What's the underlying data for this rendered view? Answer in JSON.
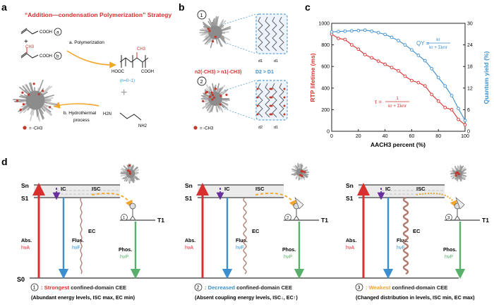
{
  "panel_labels": {
    "a": "a",
    "b": "b",
    "c": "c",
    "d": "d"
  },
  "panel_a": {
    "title": "“Addition—condensation Polymerization” Strategy",
    "reagent_a": "a",
    "reagent_b": "b",
    "cooh": "COOH",
    "ch3": "CH3",
    "plus": "+",
    "step_a": "a. Polymerization",
    "step_b_line1": "b. Hydrothermal",
    "step_b_line2": "process",
    "hooc": "HOOC",
    "polymer_ch3": "CH3",
    "n_range": "(n=0~1)",
    "amine_h2n": "H2N",
    "amine_nh2": "NH2",
    "legend": "= -CH3"
  },
  "panel_b": {
    "item1": "1",
    "item2": "2",
    "relation": "n2(-CH3) > n1(-CH3)",
    "relation_d": "D2 > D1",
    "d1": "d1",
    "d2": "d2",
    "legend": "= -CH3"
  },
  "colors": {
    "red": "#d8302f",
    "blue": "#3b8fce",
    "green": "#58b06a",
    "purple": "#6a2f9e",
    "orange": "#f3a52a",
    "brown": "#b0796e",
    "dark": "#222222"
  },
  "chart_data": {
    "type": "line",
    "xlabel": "AACH3 percent (%)",
    "ylabel_left": "RTP lifetime (ms)",
    "ylabel_right": "Quantum yield (%)",
    "xlim": [
      0,
      100
    ],
    "ylim_left": [
      0,
      1000
    ],
    "ylim_right": [
      0,
      30
    ],
    "x_ticks": [
      0,
      20,
      40,
      60,
      80,
      100
    ],
    "y_left_ticks": [
      0,
      200,
      400,
      600,
      800,
      1000
    ],
    "y_right_ticks": [
      0,
      6,
      12,
      18,
      24,
      30
    ],
    "grid": false,
    "series": [
      {
        "axis": "left",
        "color": "#d8302f",
        "x": [
          0,
          5,
          10,
          15,
          20,
          25,
          30,
          35,
          40,
          45,
          50,
          55,
          60,
          65,
          70,
          75,
          80,
          85,
          90,
          95,
          100
        ],
        "values": [
          900,
          860,
          850,
          800,
          760,
          710,
          680,
          650,
          620,
          590,
          560,
          510,
          470,
          450,
          420,
          340,
          280,
          220,
          200,
          110,
          60
        ]
      },
      {
        "axis": "right",
        "color": "#3b8fce",
        "x": [
          0,
          5,
          10,
          15,
          20,
          25,
          30,
          35,
          40,
          45,
          50,
          55,
          60,
          65,
          70,
          75,
          80,
          85,
          90,
          95,
          100
        ],
        "values": [
          27.6,
          27.7,
          27.8,
          27.9,
          28.0,
          28.1,
          27.8,
          27.4,
          26.9,
          26.1,
          25.2,
          24.0,
          22.6,
          21.1,
          19.6,
          17.4,
          14.9,
          12.6,
          9.9,
          6.3,
          3.0
        ]
      }
    ],
    "annotation_qy_lhs": "QY =",
    "annotation_qy_num": "kr",
    "annotation_qy_den": "kr + Σknr",
    "annotation_tau_lhs": "τ =",
    "annotation_tau_num": "1",
    "annotation_tau_den": "kr + Σknr"
  },
  "panel_d": {
    "sn": "Sn",
    "s1": "S1",
    "s0": "S0",
    "t1": "T1",
    "ic": "IC",
    "isc": "ISC",
    "ec": "EC",
    "abs": "Abs.",
    "hv_a": "hνA",
    "fluo": "Fluo.",
    "hv_f": "hνF",
    "phos": "Phos.",
    "hv_p": "hνP",
    "case1": {
      "num": "1",
      "key": "Strongest",
      "rest": "confined-domain CEE",
      "sub": "(Abundant energy levels, ISC max, EC min)"
    },
    "case2": {
      "num": "2",
      "key": "Decreased",
      "rest": "confined-domain CEE",
      "sub": "(Absent coupling energy levels, ISC↓, EC↑)"
    },
    "case3": {
      "num": "3",
      "key": "Weakest",
      "rest": "confined-domain CEE",
      "sub": "(Changed distribution in levels, ISC min, EC max)"
    }
  }
}
